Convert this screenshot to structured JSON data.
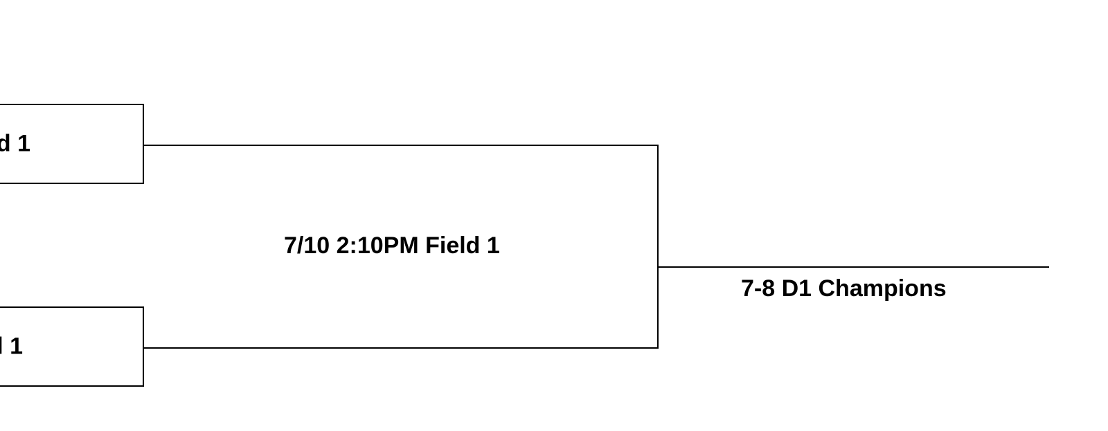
{
  "bracket": {
    "entries": [
      {
        "label": "d 1"
      },
      {
        "label": "l 1"
      }
    ],
    "match": {
      "label": "7/10 2:10PM Field 1"
    },
    "winner": {
      "label": "7-8 D1 Champions"
    }
  },
  "colors": {
    "line": "#000000",
    "background": "#ffffff",
    "text": "#000000"
  }
}
